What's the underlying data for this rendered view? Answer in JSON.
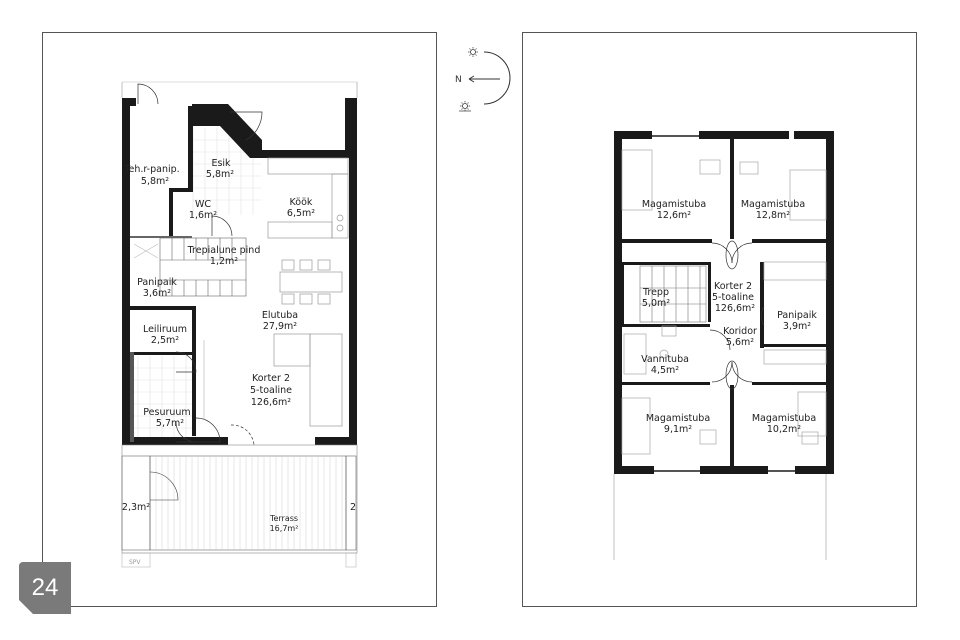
{
  "page_number": "24",
  "compass": {
    "north_label": "N"
  },
  "plan_left": {
    "rooms": {
      "teh": {
        "name": "Teh.r-panip.",
        "area": "5,8m²"
      },
      "esik": {
        "name": "Esik",
        "area": "5,8m²"
      },
      "wc": {
        "name": "WC",
        "area": "1,6m²"
      },
      "kook": {
        "name": "Köök",
        "area": "6,5m²"
      },
      "trepialune": {
        "name": "Trepialune pind",
        "area": "1,2m²"
      },
      "panipaik": {
        "name": "Panipaik",
        "area": "3,6m²"
      },
      "elutuba": {
        "name": "Elutuba",
        "area": "27,9m²"
      },
      "leiliruum": {
        "name": "Leiliruum",
        "area": "2,5m²"
      },
      "pesuruum": {
        "name": "Pesuruum",
        "area": "5,7m²"
      },
      "terrass": {
        "name": "Terrass",
        "area": "16,7m²"
      },
      "store": {
        "area": "2,3m²"
      },
      "edge": {
        "name": "2"
      }
    },
    "apartment": {
      "name": "Korter 2",
      "rooms": "5-toaline",
      "area": "126,6m²"
    },
    "tag": "SPV"
  },
  "plan_right": {
    "rooms": {
      "mag1": {
        "name": "Magamistuba",
        "area": "12,6m²"
      },
      "mag2": {
        "name": "Magamistuba",
        "area": "12,8m²"
      },
      "trepp": {
        "name": "Trepp",
        "area": "5,0m²"
      },
      "panipaik": {
        "name": "Panipaik",
        "area": "3,9m²"
      },
      "koridor": {
        "name": "Koridor",
        "area": "5,6m²"
      },
      "vannituba": {
        "name": "Vannituba",
        "area": "4,5m²"
      },
      "mag3": {
        "name": "Magamistuba",
        "area": "9,1m²"
      },
      "mag4": {
        "name": "Magamistuba",
        "area": "10,2m²"
      }
    },
    "apartment": {
      "name": "Korter 2",
      "rooms": "5-toaline",
      "area": "126,6m²"
    }
  }
}
